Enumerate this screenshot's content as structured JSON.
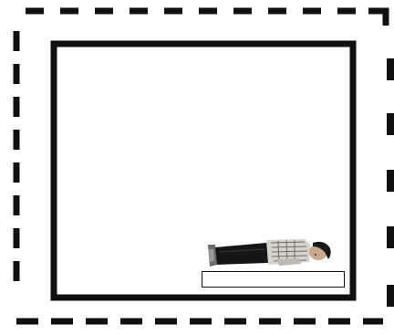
{
  "scene": {
    "outer_frame": {
      "style": "dashed",
      "color": "#111111"
    },
    "inner_frame": {
      "style": "solid",
      "color": "#111111"
    },
    "figure": {
      "icon": "person-lying-icon",
      "posture": "lying down",
      "colors": {
        "pants": "#151515",
        "shirt": "#d6d2cc",
        "hair": "#1a1a1a",
        "skin": "#caa98f"
      }
    },
    "label": {
      "text": ""
    },
    "side_marks": {
      "count": 5
    }
  }
}
